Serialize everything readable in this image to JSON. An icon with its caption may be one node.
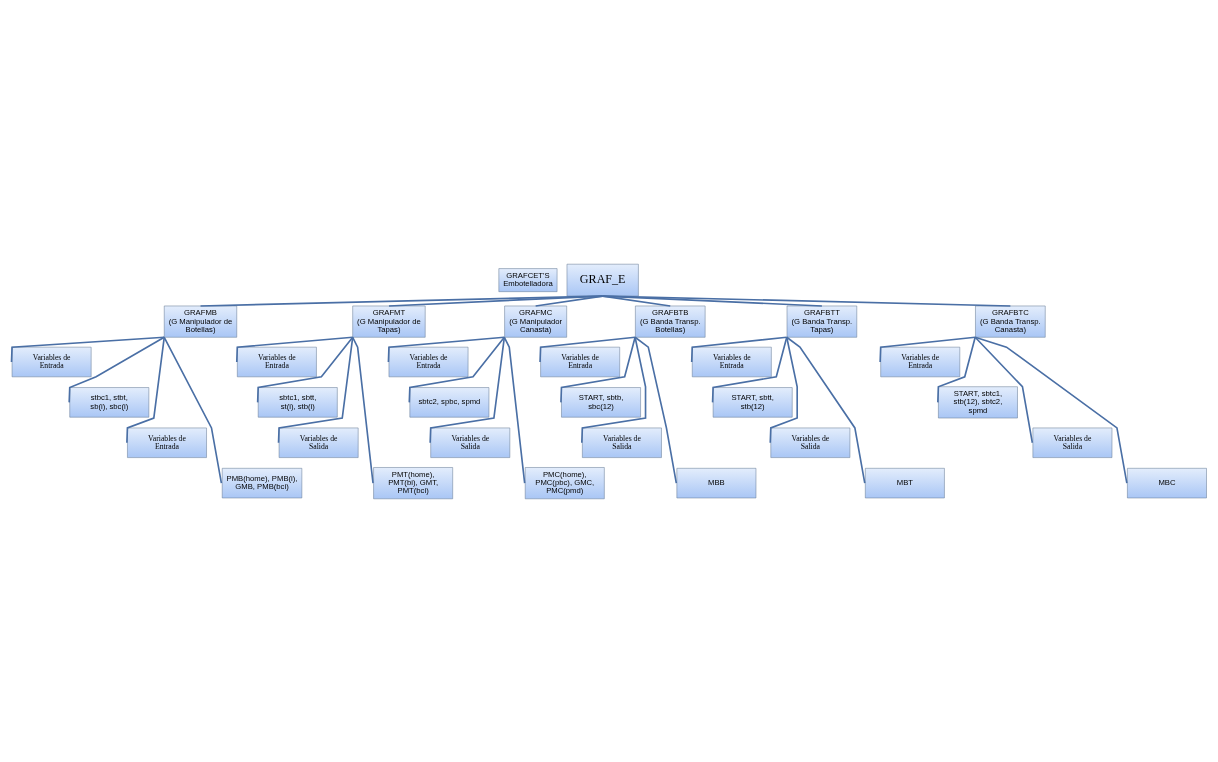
{
  "diagram": {
    "nodes": [
      {
        "text": [
          "GRAFCET'S Embotelladora"
        ]
      },
      {
        "text": [
          "GRAF_E"
        ]
      },
      {
        "text": [
          "GRAFMB",
          "(G Manipulador de Botellas)"
        ]
      },
      {
        "text": [
          "Variables de Entrada"
        ]
      },
      {
        "text": [
          "stbc1, stbt, sb(i), sbc(i)"
        ]
      },
      {
        "text": [
          "Variables de Entrada"
        ]
      },
      {
        "text": [
          "PMB(home), PMB(i), GMB, PMB(bci)"
        ]
      },
      {
        "text": [
          "GRAFMT",
          "(G Manipulador de Tapas)"
        ]
      },
      {
        "text": [
          "Variables de Entrada"
        ]
      },
      {
        "text": [
          "sbtc1, sbtt, st(i), stb(i)"
        ]
      },
      {
        "text": [
          "Variables de Salida"
        ]
      },
      {
        "text": [
          "PMT(home), PMT(bi), GMT, PMT(bci)"
        ]
      },
      {
        "text": [
          "GRAFMC",
          "(G Manipulador Canasta)"
        ]
      },
      {
        "text": [
          "Variables de Entrada"
        ]
      },
      {
        "text": [
          "sbtc2, spbc, spmd"
        ]
      },
      {
        "text": [
          "Variables de Salida"
        ]
      },
      {
        "text": [
          "PMC(home), PMC(pbc), GMC, PMC(pmd)"
        ]
      },
      {
        "text": [
          "GRAFBTB",
          "(G Banda Transp. Botellas)"
        ]
      },
      {
        "text": [
          "Variables de Entrada"
        ]
      },
      {
        "text": [
          "START, sbtb, sbc(12)"
        ]
      },
      {
        "text": [
          "Variables de Salida"
        ]
      },
      {
        "text": [
          "MBB"
        ]
      },
      {
        "text": [
          "GRAFBTT",
          "(G Banda Transp. Tapas)"
        ]
      },
      {
        "text": [
          "Variables de Entrada"
        ]
      },
      {
        "text": [
          "START, sbtt, stb(12)"
        ]
      },
      {
        "text": [
          "Variables de Salida"
        ]
      },
      {
        "text": [
          "MBT"
        ]
      },
      {
        "text": [
          "GRAFBTC",
          "(G Banda Transp. Canasta)"
        ]
      },
      {
        "text": [
          "Variables de Entrada"
        ]
      },
      {
        "text": [
          "START, sbtc1, stb(12), sbtc2, spmd"
        ]
      },
      {
        "text": [
          "Variables de Salida"
        ]
      },
      {
        "text": [
          "MBC"
        ]
      }
    ],
    "edges": [
      {
        "from": 1,
        "to": 2,
        "arrow": "none"
      },
      {
        "from": 1,
        "to": 7,
        "arrow": "none"
      },
      {
        "from": 1,
        "to": 12,
        "arrow": "none"
      },
      {
        "from": 1,
        "to": 17,
        "arrow": "none"
      },
      {
        "from": 1,
        "to": 22,
        "arrow": "none"
      },
      {
        "from": 1,
        "to": 27,
        "arrow": "none"
      },
      {
        "from": 2,
        "to": 3,
        "arrow": "none"
      },
      {
        "from": 2,
        "to": 4,
        "arrow": "none"
      },
      {
        "from": 2,
        "to": 5,
        "arrow": "none"
      },
      {
        "from": 2,
        "to": 6,
        "arrow": "none"
      },
      {
        "from": 7,
        "to": 8,
        "arrow": "none"
      },
      {
        "from": 7,
        "to": 9,
        "arrow": "none"
      },
      {
        "from": 7,
        "to": 10,
        "arrow": "none"
      },
      {
        "from": 7,
        "to": 11,
        "arrow": "none"
      },
      {
        "from": 12,
        "to": 13,
        "arrow": "none"
      },
      {
        "from": 12,
        "to": 14,
        "arrow": "none"
      },
      {
        "from": 12,
        "to": 15,
        "arrow": "none"
      },
      {
        "from": 12,
        "to": 16,
        "arrow": "none"
      },
      {
        "from": 17,
        "to": 18,
        "arrow": "none"
      },
      {
        "from": 17,
        "to": 19,
        "arrow": "none"
      },
      {
        "from": 17,
        "to": 20,
        "arrow": "none"
      },
      {
        "from": 17,
        "to": 21,
        "arrow": "none"
      },
      {
        "from": 22,
        "to": 23,
        "arrow": "none"
      },
      {
        "from": 22,
        "to": 24,
        "arrow": "none"
      },
      {
        "from": 22,
        "to": 25,
        "arrow": "none"
      },
      {
        "from": 22,
        "to": 26,
        "arrow": "none"
      },
      {
        "from": 27,
        "to": 28,
        "arrow": "none"
      },
      {
        "from": 27,
        "to": 29,
        "arrow": "none"
      },
      {
        "from": 27,
        "to": 30,
        "arrow": "none"
      },
      {
        "from": 27,
        "to": 31,
        "arrow": "none"
      }
    ]
  }
}
